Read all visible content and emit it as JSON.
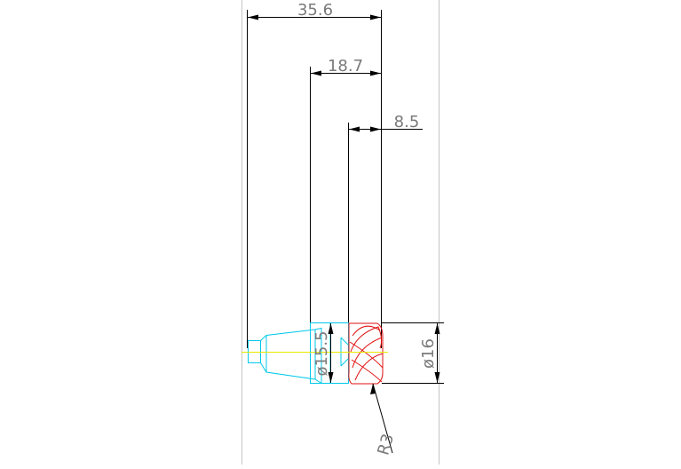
{
  "drawing": {
    "dimensions": {
      "overall_length": "35.6",
      "mid_length": "18.7",
      "tip_length": "8.5",
      "shank_diameter": "ø15.5",
      "cutter_diameter": "ø16",
      "corner_radius": "R3"
    },
    "colors": {
      "background": "#ffffff",
      "sheet_border": "#b0b0b0",
      "dimension": "#000000",
      "dimension_text": "#7a7a7a",
      "holder": "#00c8e8",
      "cutter": "#e01010",
      "centerline": "#e8e800"
    }
  }
}
